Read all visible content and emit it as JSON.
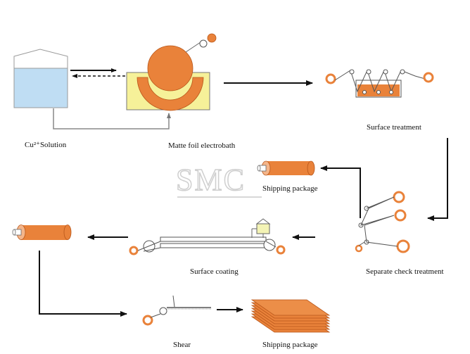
{
  "labels": {
    "cu_solution": "Cu²⁺Solution",
    "electrobath": "Matte foil electrobath",
    "surface_treatment": "Surface treatment",
    "shipping_package_1": "Shipping package",
    "separate_check": "Separate check  treatment",
    "surface_coating": "Surface coating",
    "shear": "Shear",
    "shipping_package_2": "Shipping package"
  },
  "watermark": "SMC",
  "colors": {
    "copper": "#E9823A",
    "copper_dark": "#B8561A",
    "solution_blue": "#BFDDF3",
    "bath_yellow": "#F6F199",
    "coating_yellow": "#F3F3B5",
    "line": "#222222",
    "watermark": "#CFCFCF"
  }
}
